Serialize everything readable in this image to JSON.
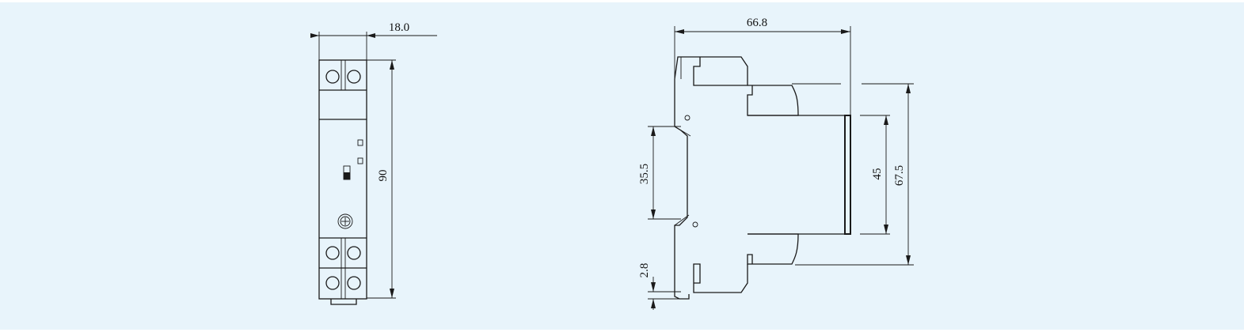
{
  "colors": {
    "background": "#e8f4fb",
    "line": "#1a1a1a",
    "text": "#111111"
  },
  "front_view": {
    "width_label": "18.0",
    "height_label": "90"
  },
  "side_view": {
    "depth_label": "66.8",
    "rail_label": "35.5",
    "body_height_label": "45",
    "terminal_height_label": "67.5",
    "clip_label": "2.8"
  }
}
